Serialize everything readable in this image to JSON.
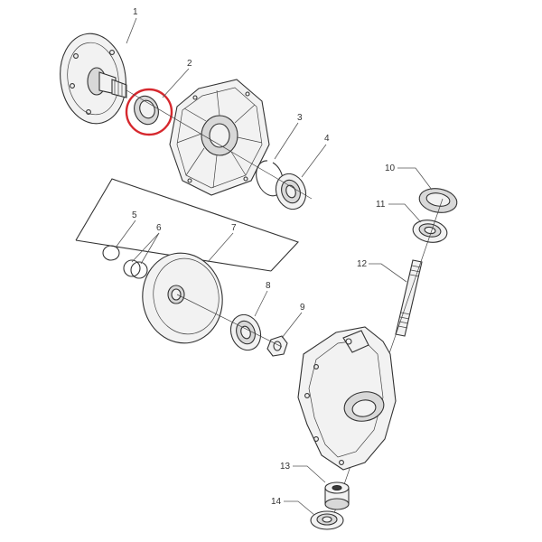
{
  "callouts": [
    {
      "id": "1",
      "label": "1"
    },
    {
      "id": "2",
      "label": "2"
    },
    {
      "id": "3",
      "label": "3"
    },
    {
      "id": "4",
      "label": "4"
    },
    {
      "id": "5",
      "label": "5"
    },
    {
      "id": "6",
      "label": "6"
    },
    {
      "id": "7",
      "label": "7"
    },
    {
      "id": "8",
      "label": "8"
    },
    {
      "id": "9",
      "label": "9"
    },
    {
      "id": "10",
      "label": "10"
    },
    {
      "id": "11",
      "label": "11"
    },
    {
      "id": "12",
      "label": "12"
    },
    {
      "id": "13",
      "label": "13"
    },
    {
      "id": "14",
      "label": "14"
    }
  ],
  "highlight": {
    "part": "2",
    "color": "#d6282e"
  }
}
